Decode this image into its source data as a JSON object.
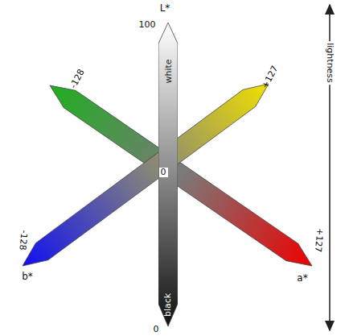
{
  "diagram": {
    "nodes": [
      {
        "text": [
          "white",
          "black"
        ]
      }
    ],
    "labels": [
      "L*",
      "100",
      "0",
      "0",
      "-128",
      "+127",
      "-128",
      "b*",
      "+127",
      "a*",
      "lightness"
    ]
  }
}
